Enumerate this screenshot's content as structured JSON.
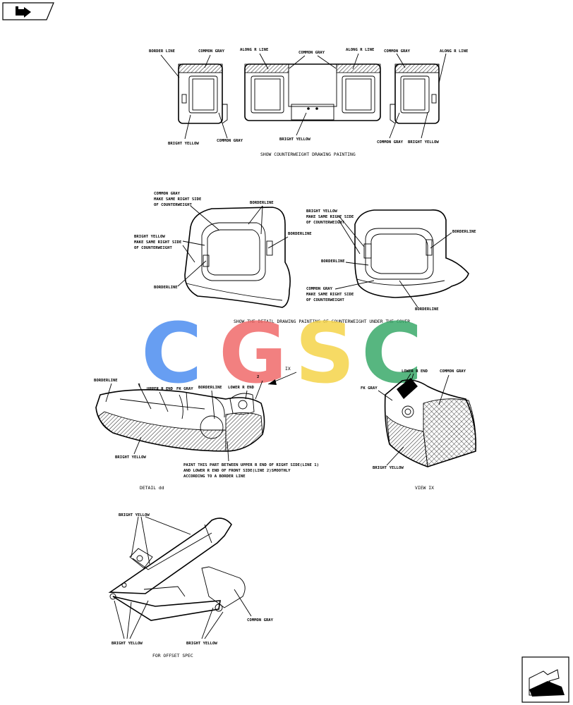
{
  "nav": {
    "top_icon": "book-page-icon",
    "bottom_icon": "next-page-icon"
  },
  "watermark": {
    "letters": [
      "C",
      "G",
      "S",
      "C"
    ],
    "colors": [
      "#4d8ef0",
      "#f06a6a",
      "#f5d44a",
      "#3aaa6a"
    ]
  },
  "section1": {
    "labels": {
      "border_line": "BORDER LINE",
      "common_gray_a": "COMMON GRAY",
      "along_r_line_a": "ALONG R LINE",
      "common_gray_b": "COMMON GRAY",
      "along_r_line_b": "ALONG R LINE",
      "common_gray_c": "COMMON GRAY",
      "along_r_line_c": "ALONG R LINE",
      "bright_yellow_a": "BRIGHT YELLOW",
      "common_gray_d": "COMMON GRAY",
      "bright_yellow_b": "BRIGHT YELLOW",
      "common_gray_e": "COMMON GRAY",
      "bright_yellow_c": "BRIGHT YELLOW"
    },
    "caption": "SHOW COUNTERWEIGHT DRAWING PAINTING"
  },
  "section2": {
    "labels": {
      "common_gray_note": [
        "COMMON GRAY",
        "MAKE SAME RIGHT SIDE",
        "OF COUNTERWEIGHT"
      ],
      "borderline_a": "BORDERLINE",
      "bright_yellow_note_l": [
        "BRIGHT YELLOW",
        "MAKE SAME RIGHT SIDE",
        "OF COUNTERWEIGHT"
      ],
      "borderline_b": "BORDERLINE",
      "borderline_c": "BORDERLINE",
      "bright_yellow_note_r": [
        "BRIGHT YELLOW",
        "MAKE SAME RIGHT SIDE",
        "OF COUNTERWEIGHT"
      ],
      "borderline_d": "BORDERLINE",
      "borderline_e": "BORDERLINE",
      "common_gray_note_r": [
        "COMMON GRAY",
        "MAKE SAME RIGHT SIDE",
        "OF COUNTERWEIGHT"
      ],
      "borderline_f": "BORDERLINE"
    },
    "caption": "SHOW THE DETAIL DRAWING PAINTING OF COUNTERWEIGHT UNDER THE COVER"
  },
  "section3": {
    "labels": {
      "borderline_a": "BORDERLINE",
      "upper_r_end": "UPPER R END",
      "fk_gray_a": "FK GRAY",
      "borderline_b": "BORDERLINE",
      "lower_r_end_a": "LOWER R END",
      "view_marker": "IX",
      "num_2": "2",
      "num_1": "1",
      "bright_yellow_a": "BRIGHT YELLOW",
      "paint_note": [
        "PAINT THIS PART BETWEEN UPPER R END OF RIGHT SIDE(LINE 1)",
        "AND LOWER R END OF FRONT SIDE(LINE 2)SMOOTHLY",
        "ACCORDING TO A BORDER LINE"
      ],
      "lower_r_end_b": "LOWER R END",
      "common_gray": "COMMON GRAY",
      "fk_gray_b": "FK GRAY",
      "bright_yellow_b": "BRIGHT YELLOW"
    },
    "caption_left": "DETAIL dd",
    "caption_right": "VIEW IX"
  },
  "section4": {
    "labels": {
      "bright_yellow_top": "BRIGHT YELLOW",
      "bright_yellow_bl": "BRIGHT YELLOW",
      "bright_yellow_bm": "BRIGHT YELLOW",
      "common_gray": "COMMON GRAY"
    },
    "caption": "FOR OFFSET SPEC"
  }
}
